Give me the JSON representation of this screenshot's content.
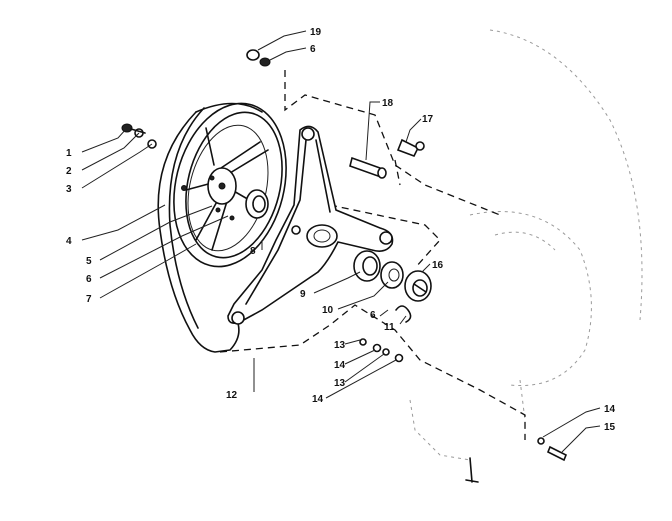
{
  "diagram": {
    "callouts": {
      "c1": "1",
      "c2": "2",
      "c3": "3",
      "c4": "4",
      "c5": "5",
      "c6a": "6",
      "c7": "7",
      "c8": "8",
      "c9": "9",
      "c10": "10",
      "c6b": "6",
      "c11": "11",
      "c12": "12",
      "c13a": "13",
      "c14a": "14",
      "c13b": "13",
      "c14b": "14",
      "c16": "16",
      "c17": "17",
      "c18": "18",
      "c19": "19",
      "c6c": "6",
      "c14c": "14",
      "c15": "15"
    }
  }
}
